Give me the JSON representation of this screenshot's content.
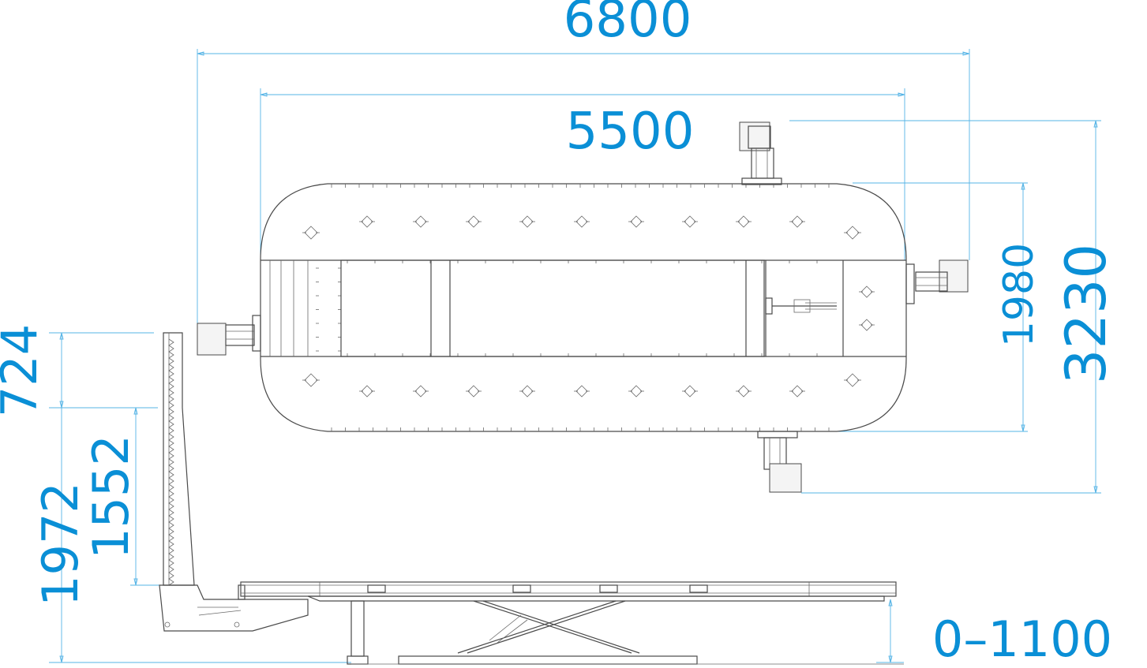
{
  "dimensions": {
    "overall_length": "6800",
    "platform_length": "5500",
    "overall_width": "3230",
    "platform_width": "1980",
    "tower_top": "724",
    "tower_total": "1972",
    "tower_mid": "1552",
    "lift_height": "0–1100"
  },
  "colors": {
    "dimension": "#0a8fd6",
    "dimension_line": "#55b4e6",
    "outline": "#4a4a4a"
  }
}
